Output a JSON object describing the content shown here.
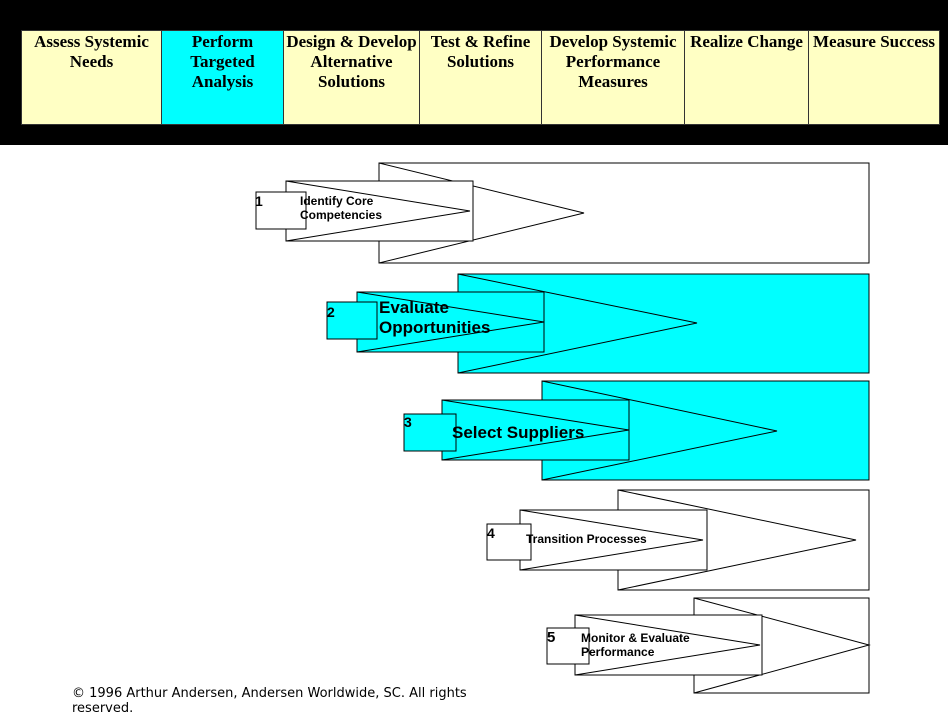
{
  "phases": [
    {
      "label": "Assess Systemic\nNeeds",
      "active": false
    },
    {
      "label": "Perform\nTargeted\nAnalysis",
      "active": true
    },
    {
      "label": "Design & Develop\nAlternative\nSolutions",
      "active": false
    },
    {
      "label": "Test & Refine\nSolutions",
      "active": false
    },
    {
      "label": "Develop Systemic\nPerformance\nMeasures",
      "active": false
    },
    {
      "label": "Realize Change",
      "active": false
    },
    {
      "label": "Measure Success",
      "active": false
    }
  ],
  "steps": [
    {
      "number": "1",
      "label": "Identify Core\nCompetencies",
      "highlighted": false
    },
    {
      "number": "2",
      "label": "Evaluate\nOpportunities",
      "highlighted": true
    },
    {
      "number": "3",
      "label": "Select Suppliers",
      "highlighted": true
    },
    {
      "number": "4",
      "label": "Transition Processes",
      "highlighted": false
    },
    {
      "number": "5",
      "label": "Monitor & Evaluate\nPerformance",
      "highlighted": false
    }
  ],
  "colors": {
    "highlight": "#00ffff",
    "phase_fill": "#ffffc4",
    "bar": "#000000"
  },
  "footer": "© 1996 Arthur Andersen, Andersen Worldwide, SC. All rights reserved."
}
